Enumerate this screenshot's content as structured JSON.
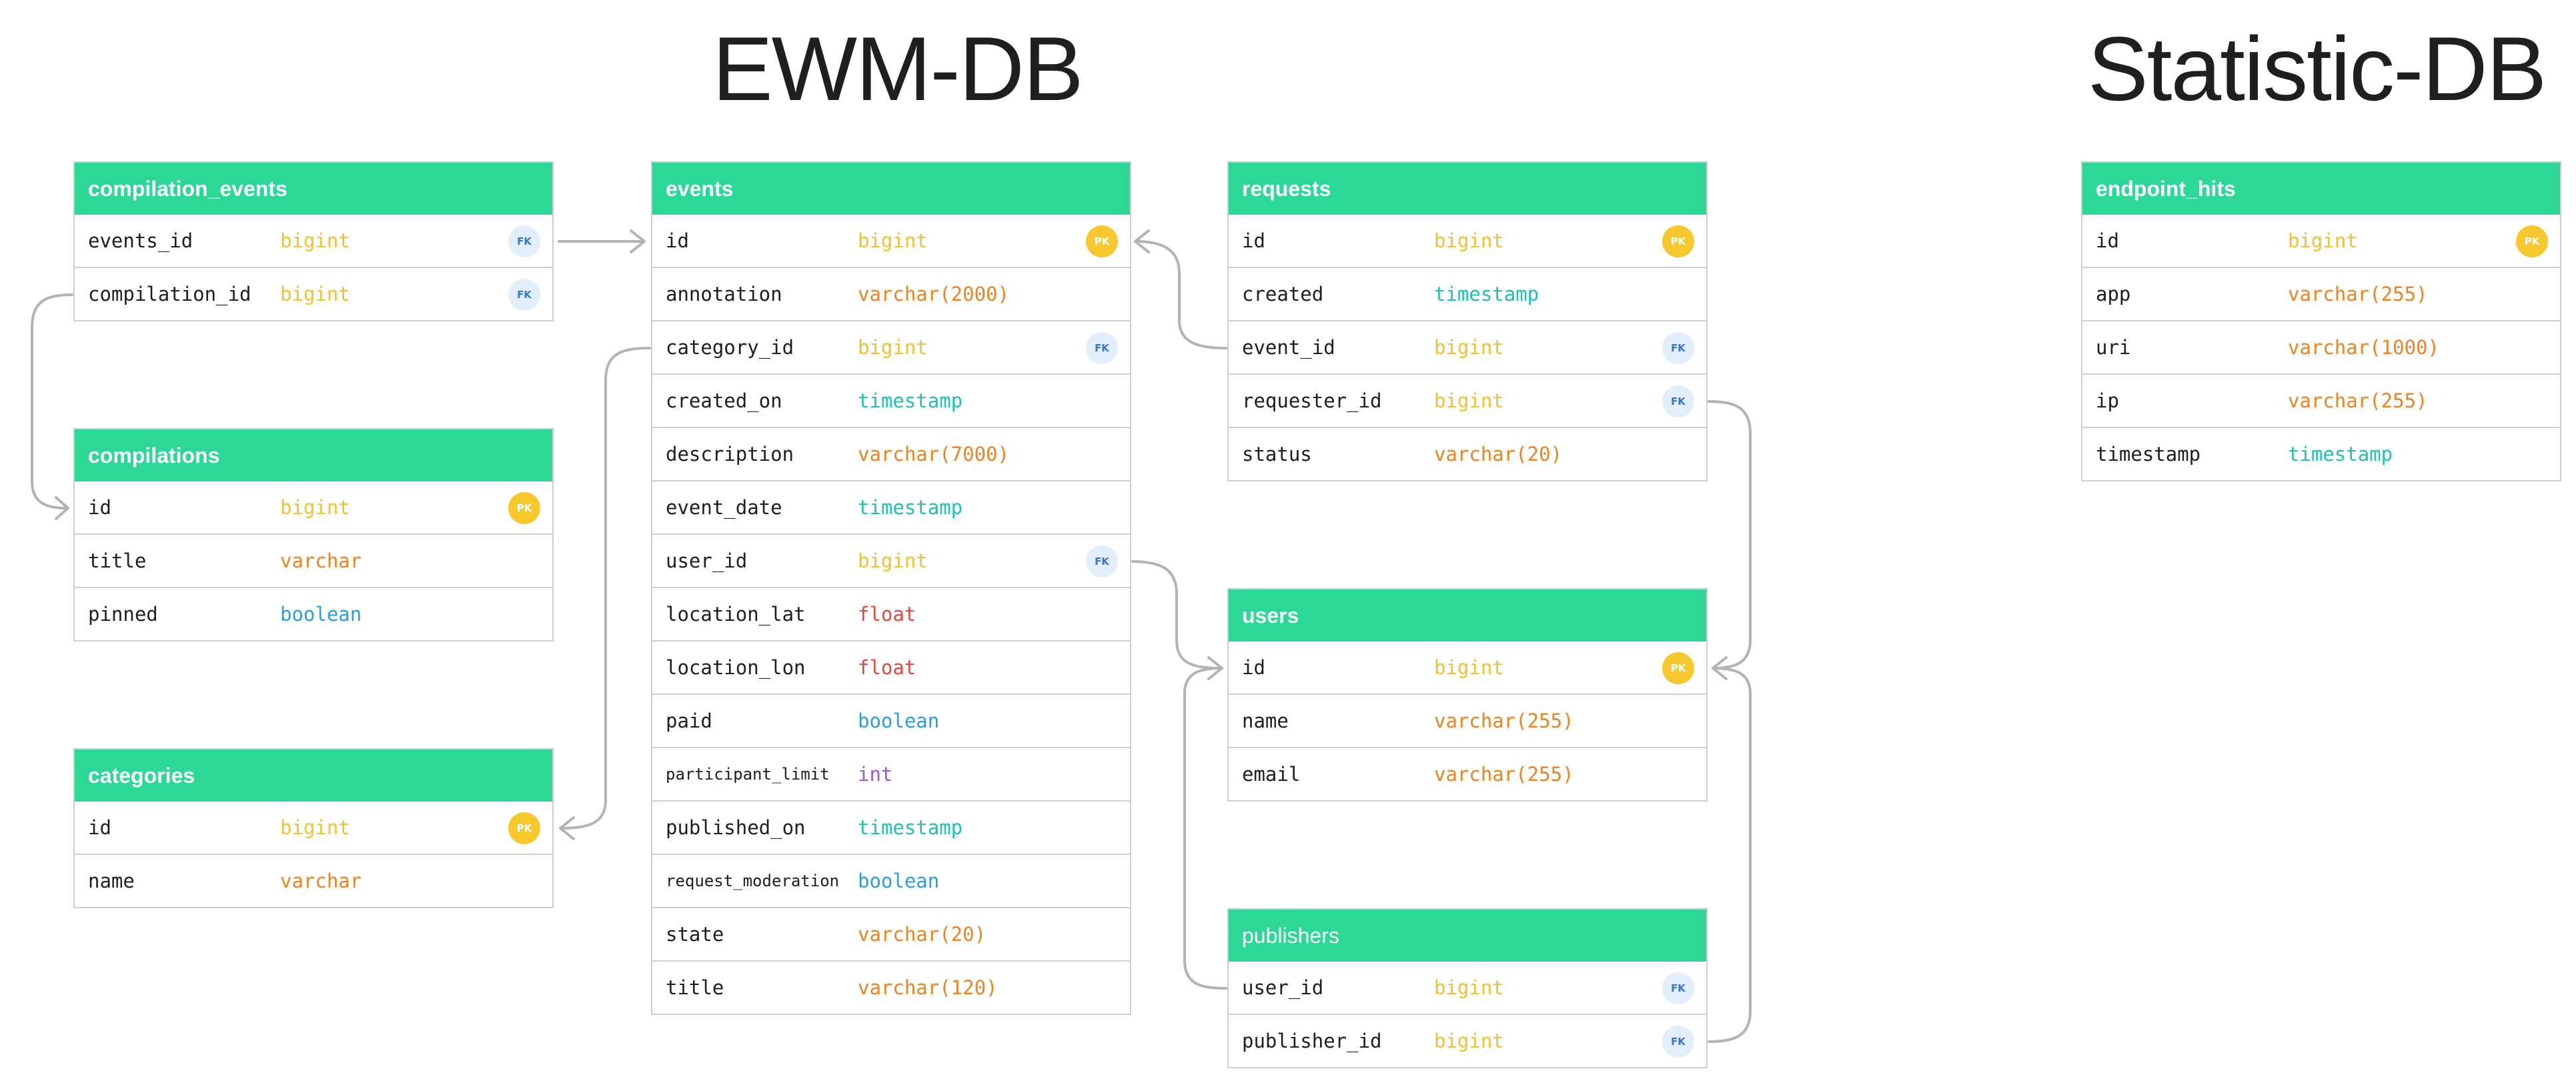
{
  "titles": {
    "ewm": "EWM-DB",
    "statistic": "Statistic-DB"
  },
  "colors": {
    "header": "#2dd796",
    "bigint": "#f2c12e",
    "varchar": "#ef8320",
    "timestamp": "#1ec2b0",
    "boolean": "#2a9fde",
    "float": "#e5483c",
    "int": "#9b59d6",
    "pk_badge": "#f7c72e",
    "fk_badge": "#e3eefb"
  },
  "tables": {
    "compilation_events": {
      "name": "compilation_events",
      "rows": [
        {
          "name": "events_id",
          "type": "bigint",
          "key": "FK"
        },
        {
          "name": "compilation_id",
          "type": "bigint",
          "key": "FK"
        }
      ]
    },
    "compilations": {
      "name": "compilations",
      "rows": [
        {
          "name": "id",
          "type": "bigint",
          "key": "PK"
        },
        {
          "name": "title",
          "type": "varchar",
          "key": ""
        },
        {
          "name": "pinned",
          "type": "boolean",
          "key": ""
        }
      ]
    },
    "categories": {
      "name": "categories",
      "rows": [
        {
          "name": "id",
          "type": "bigint",
          "key": "PK"
        },
        {
          "name": "name",
          "type": "varchar",
          "key": ""
        }
      ]
    },
    "events": {
      "name": "events",
      "rows": [
        {
          "name": "id",
          "type": "bigint",
          "key": "PK"
        },
        {
          "name": "annotation",
          "type": "varchar(2000)",
          "key": ""
        },
        {
          "name": "category_id",
          "type": "bigint",
          "key": "FK"
        },
        {
          "name": "created_on",
          "type": "timestamp",
          "key": ""
        },
        {
          "name": "description",
          "type": "varchar(7000)",
          "key": ""
        },
        {
          "name": "event_date",
          "type": "timestamp",
          "key": ""
        },
        {
          "name": "user_id",
          "type": "bigint",
          "key": "FK"
        },
        {
          "name": "location_lat",
          "type": "float",
          "key": ""
        },
        {
          "name": "location_lon",
          "type": "float",
          "key": ""
        },
        {
          "name": "paid",
          "type": "boolean",
          "key": ""
        },
        {
          "name": "participant_limit",
          "type": "int",
          "key": ""
        },
        {
          "name": "published_on",
          "type": "timestamp",
          "key": ""
        },
        {
          "name": "request_moderation",
          "type": "boolean",
          "key": ""
        },
        {
          "name": "state",
          "type": "varchar(20)",
          "key": ""
        },
        {
          "name": "title",
          "type": "varchar(120)",
          "key": ""
        }
      ]
    },
    "requests": {
      "name": "requests",
      "rows": [
        {
          "name": "id",
          "type": "bigint",
          "key": "PK"
        },
        {
          "name": "created",
          "type": "timestamp",
          "key": ""
        },
        {
          "name": "event_id",
          "type": "bigint",
          "key": "FK"
        },
        {
          "name": "requester_id",
          "type": "bigint",
          "key": "FK"
        },
        {
          "name": "status",
          "type": "varchar(20)",
          "key": ""
        }
      ]
    },
    "users": {
      "name": "users",
      "rows": [
        {
          "name": "id",
          "type": "bigint",
          "key": "PK"
        },
        {
          "name": "name",
          "type": "varchar(255)",
          "key": ""
        },
        {
          "name": "email",
          "type": "varchar(255)",
          "key": ""
        }
      ]
    },
    "publishers": {
      "name": "publishers",
      "rows": [
        {
          "name": "user_id",
          "type": "bigint",
          "key": "FK"
        },
        {
          "name": "publisher_id",
          "type": "bigint",
          "key": "FK"
        }
      ]
    },
    "endpoint_hits": {
      "name": "endpoint_hits",
      "rows": [
        {
          "name": "id",
          "type": "bigint",
          "key": "PK"
        },
        {
          "name": "app",
          "type": "varchar(255)",
          "key": ""
        },
        {
          "name": "uri",
          "type": "varchar(1000)",
          "key": ""
        },
        {
          "name": "ip",
          "type": "varchar(255)",
          "key": ""
        },
        {
          "name": "timestamp",
          "type": "timestamp",
          "key": ""
        }
      ]
    }
  }
}
